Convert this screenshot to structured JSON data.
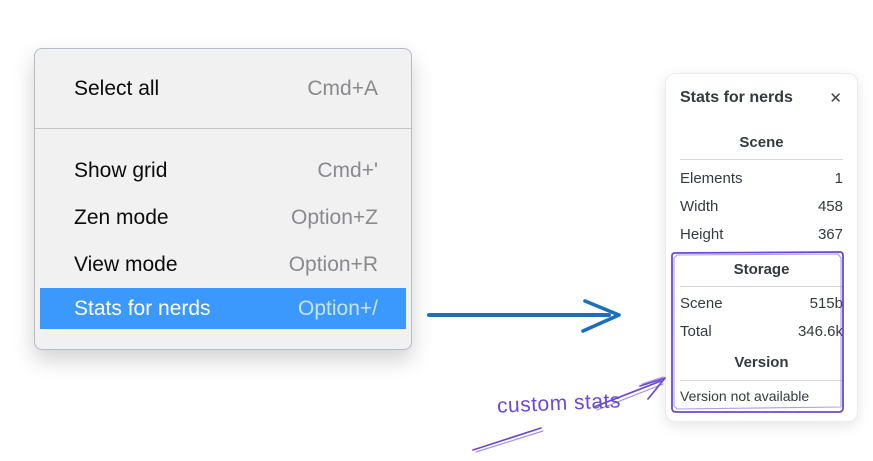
{
  "menu": {
    "groups": [
      {
        "items": [
          {
            "label": "Select all",
            "shortcut": "Cmd+A"
          }
        ]
      },
      {
        "items": [
          {
            "label": "Show grid",
            "shortcut": "Cmd+'"
          },
          {
            "label": "Zen mode",
            "shortcut": "Option+Z"
          },
          {
            "label": "View mode",
            "shortcut": "Option+R"
          },
          {
            "label": "Stats for nerds",
            "shortcut": "Option+/",
            "selected": true
          }
        ]
      }
    ]
  },
  "stats_panel": {
    "title": "Stats for nerds",
    "close_icon": "close-icon",
    "sections": [
      {
        "heading": "Scene",
        "rows": [
          {
            "label": "Elements",
            "value": "1"
          },
          {
            "label": "Width",
            "value": "458"
          },
          {
            "label": "Height",
            "value": "367"
          }
        ]
      },
      {
        "heading": "Storage",
        "rows": [
          {
            "label": "Scene",
            "value": "515b"
          },
          {
            "label": "Total",
            "value": "346.6k"
          }
        ]
      },
      {
        "heading": "Version",
        "note": "Version not available"
      }
    ]
  },
  "annotation": {
    "text": "custom stats"
  },
  "colors": {
    "menu_selection": "#3b99fd",
    "arrow_blue": "#1c6fbb",
    "annotation_purple": "#6b48d8",
    "panel_text": "#343a40"
  }
}
